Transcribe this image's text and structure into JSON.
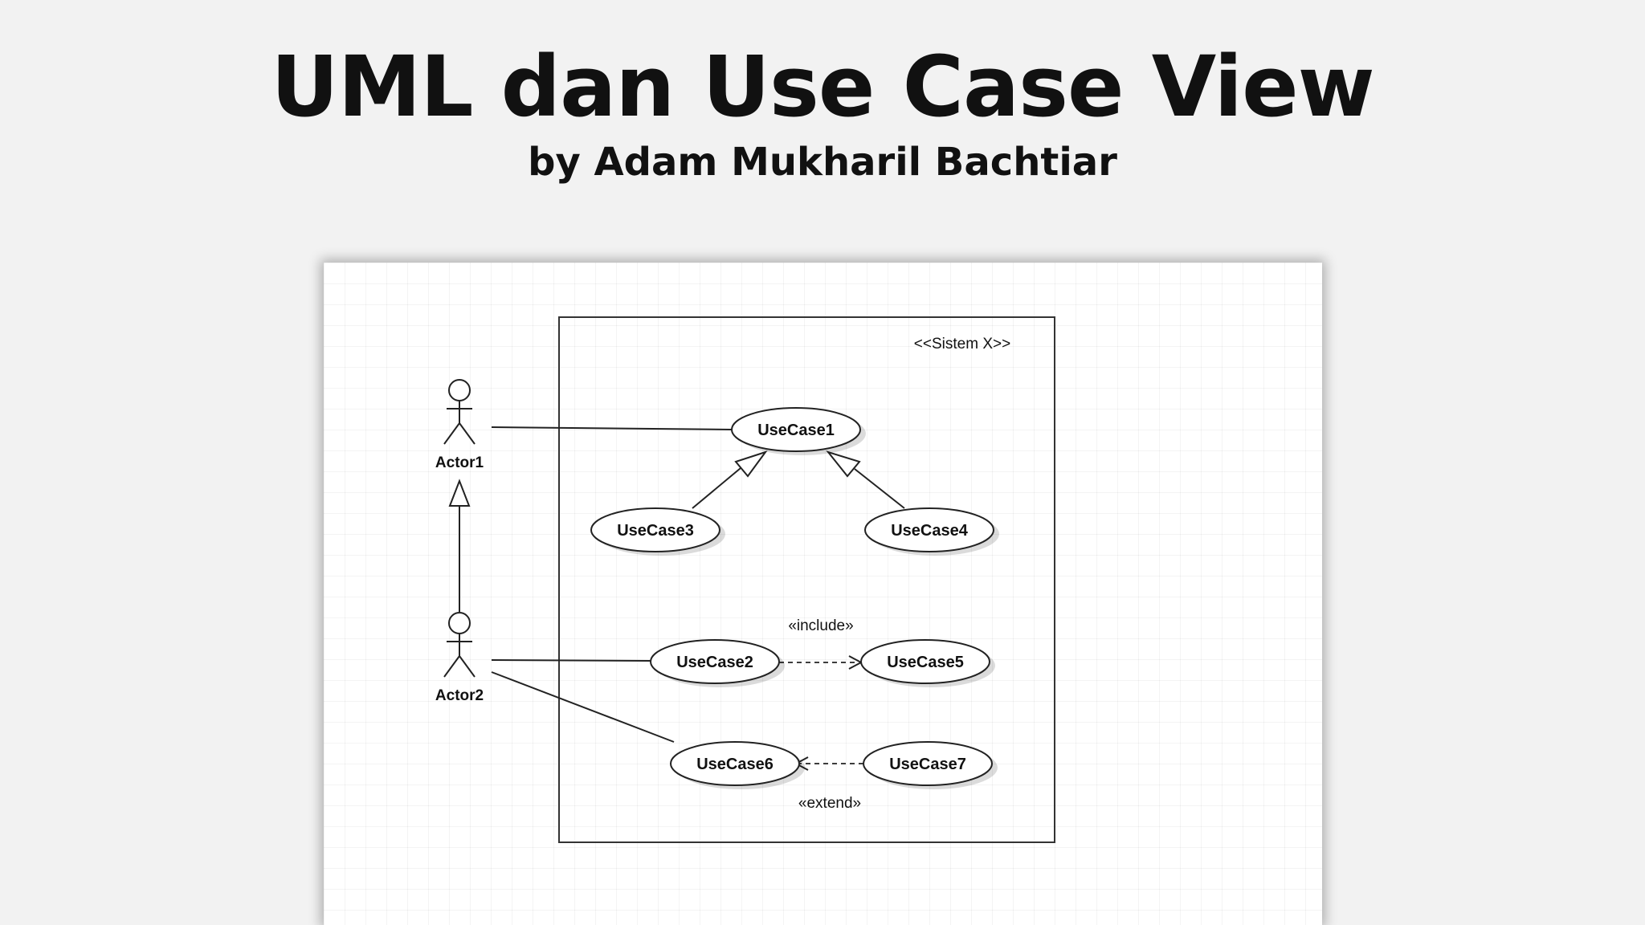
{
  "slide": {
    "title": "UML dan Use Case View",
    "subtitle": "by Adam Mukharil Bachtiar"
  },
  "diagram": {
    "system_name": "<<Sistem X>>",
    "actors": {
      "actor1": "Actor1",
      "actor2": "Actor2"
    },
    "use_cases": {
      "uc1": "UseCase1",
      "uc2": "UseCase2",
      "uc3": "UseCase3",
      "uc4": "UseCase4",
      "uc5": "UseCase5",
      "uc6": "UseCase6",
      "uc7": "UseCase7"
    },
    "stereotypes": {
      "include": "«include»",
      "extend": "«extend»"
    },
    "relationships": [
      {
        "type": "association",
        "from": "Actor1",
        "to": "UseCase1"
      },
      {
        "type": "association",
        "from": "Actor2",
        "to": "UseCase2"
      },
      {
        "type": "association",
        "from": "Actor2",
        "to": "UseCase6"
      },
      {
        "type": "generalization",
        "from": "Actor2",
        "to": "Actor1"
      },
      {
        "type": "generalization",
        "from": "UseCase3",
        "to": "UseCase1"
      },
      {
        "type": "generalization",
        "from": "UseCase4",
        "to": "UseCase1"
      },
      {
        "type": "include",
        "from": "UseCase2",
        "to": "UseCase5"
      },
      {
        "type": "extend",
        "from": "UseCase7",
        "to": "UseCase6"
      }
    ]
  }
}
